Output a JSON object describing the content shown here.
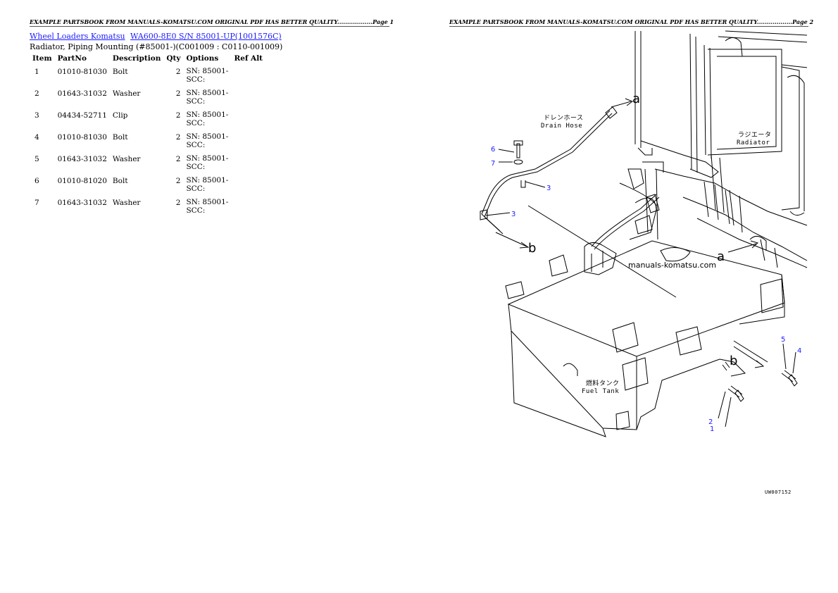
{
  "header": {
    "page1": "EXAMPLE PARTSBOOK FROM MANUALS-KOMATSU.COM ORIGINAL PDF HAS BETTER QUALITY..................Page 1",
    "page2": "EXAMPLE PARTSBOOK FROM MANUALS-KOMATSU.COM ORIGINAL PDF HAS BETTER QUALITY..................Page 2"
  },
  "breadcrumb": {
    "link1": "Wheel Loaders Komatsu",
    "link2": "WA600-8E0 S/N 85001-UP(1001576C)"
  },
  "subtitle": "Radiator, Piping Mounting (#85001-)(C001009 : C0110-001009)",
  "table": {
    "headers": {
      "item": "Item",
      "partno": "PartNo",
      "description": "Description",
      "qty": "Qty",
      "options": "Options",
      "refalt": "Ref Alt"
    },
    "rows": [
      {
        "item": "1",
        "partno": "01010-81030",
        "description": "Bolt",
        "qty": "2",
        "opt1": "SN: 85001-",
        "opt2": "SCC:"
      },
      {
        "item": "2",
        "partno": "01643-31032",
        "description": "Washer",
        "qty": "2",
        "opt1": "SN: 85001-",
        "opt2": "SCC:"
      },
      {
        "item": "3",
        "partno": "04434-52711",
        "description": "Clip",
        "qty": "2",
        "opt1": "SN: 85001-",
        "opt2": "SCC:"
      },
      {
        "item": "4",
        "partno": "01010-81030",
        "description": "Bolt",
        "qty": "2",
        "opt1": "SN: 85001-",
        "opt2": "SCC:"
      },
      {
        "item": "5",
        "partno": "01643-31032",
        "description": "Washer",
        "qty": "2",
        "opt1": "SN: 85001-",
        "opt2": "SCC:"
      },
      {
        "item": "6",
        "partno": "01010-81020",
        "description": "Bolt",
        "qty": "2",
        "opt1": "SN: 85001-",
        "opt2": "SCC:"
      },
      {
        "item": "7",
        "partno": "01643-31032",
        "description": "Washer",
        "qty": "2",
        "opt1": "SN: 85001-",
        "opt2": "SCC:"
      }
    ]
  },
  "diagram": {
    "drain_hose_jp": "ドレンホース",
    "drain_hose_en": "Drain Hose",
    "radiator_jp": "ラジエータ",
    "radiator_en": "Radiator",
    "fuel_tank_jp": "燃料タンク",
    "fuel_tank_en": "Fuel Tank",
    "watermark": "manuals-komatsu.com",
    "figure_code": "UW007152",
    "view_a": "a",
    "view_b": "b",
    "callouts": {
      "c1": "1",
      "c2": "2",
      "c3a": "3",
      "c3b": "3",
      "c4": "4",
      "c5": "5",
      "c6": "6",
      "c7": "7"
    }
  }
}
